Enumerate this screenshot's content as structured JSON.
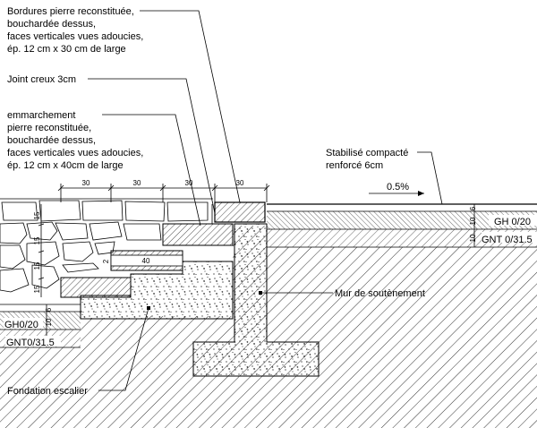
{
  "annotations": {
    "bordures": [
      "Bordures pierre reconstituée,",
      "bouchardée dessus,",
      "faces verticales vues adoucies,",
      "ép. 12 cm x 30 cm de large"
    ],
    "joint": "Joint creux 3cm",
    "emmarchement": [
      "emmarchement",
      "pierre reconstituée,",
      "bouchardée dessus,",
      "faces verticales vues adoucies,",
      "ép. 12 cm x 40cm de large"
    ],
    "stabilise": [
      "Stabilisé compacté",
      "renforcé 6cm"
    ],
    "slope": "0.5%",
    "mur": "Mur de soutènement",
    "fondation": "Fondation escalier"
  },
  "dimensions": {
    "top": [
      "30",
      "30",
      "30",
      "30"
    ],
    "left": [
      "15",
      "15",
      "15",
      "15"
    ],
    "tread": "40",
    "riser": "2",
    "right_layers": [
      "6",
      "10",
      "10"
    ],
    "left_layers": [
      "6",
      "10"
    ]
  },
  "layers": {
    "right_gh": "GH 0/20",
    "right_gnt": "GNT 0/31.5",
    "left_gh": "GH0/20",
    "left_gnt": "GNT0/31.5"
  }
}
